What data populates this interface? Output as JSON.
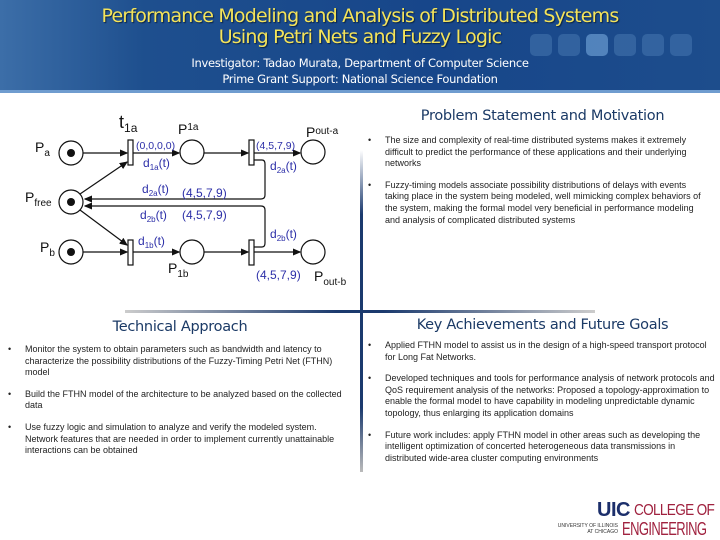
{
  "header": {
    "title_line1": "Performance Modeling and Analysis of Distributed Systems",
    "title_line2": "Using Petri Nets and Fuzzy Logic",
    "investigator": "Investigator: Tadao Murata, Department of Computer Science",
    "grant": "Prime Grant Support: National Science Foundation"
  },
  "diagram": {
    "t1a": {
      "base": "t",
      "sub": "1a"
    },
    "p1a": {
      "base": "P",
      "sub": "1a"
    },
    "pouta": {
      "base": "P",
      "sub": "out-a"
    },
    "pa": {
      "base": "P",
      "sub": "a"
    },
    "pfree": {
      "base": "P",
      "sub": "free"
    },
    "pb": {
      "base": "P",
      "sub": "b"
    },
    "p1b": {
      "base": "P",
      "sub": "1b"
    },
    "poutb": {
      "base": "P",
      "sub": "out-b"
    },
    "init_token": "(0,0,0,0)",
    "fuzzy_a": "(4,5,7,9)",
    "fuzzy_return_a": "(4,5,7,9)",
    "fuzzy_return_b": "(4,5,7,9)",
    "fuzzy_b": "(4,5,7,9)",
    "d1a": {
      "base": "d",
      "sub": "1a",
      "suffix": "(t)"
    },
    "d2a": {
      "base": "d",
      "sub": "2a",
      "suffix": "(t)"
    },
    "d2a_ret": {
      "base": "d",
      "sub": "2a",
      "suffix": "(t)"
    },
    "d2b_ret": {
      "base": "d",
      "sub": "2b",
      "suffix": "(t)"
    },
    "d2b": {
      "base": "d",
      "sub": "2b",
      "suffix": "(t)"
    },
    "d1b": {
      "base": "d",
      "sub": "1b",
      "suffix": "(t)"
    }
  },
  "problem": {
    "title": "Problem Statement and Motivation",
    "items": [
      "The size and complexity of real-time distributed systems makes it extremely difficult to predict the performance of these applications and their underlying networks",
      "Fuzzy-timing models associate possibility distributions of delays with events taking place in the system being modeled, well mimicking complex behaviors of the system, making the formal model very beneficial in performance modeling and analysis of complicated distributed systems"
    ]
  },
  "approach": {
    "title": "Technical Approach",
    "items": [
      "Monitor the system to obtain parameters such as bandwidth and latency to characterize the possibility distributions of the Fuzzy-Timing Petri Net (FTHN) model",
      "Build the FTHN model of the architecture to be analyzed based on the collected data",
      "Use fuzzy logic and simulation to analyze and verify the modeled system. Network features that are needed in order to implement currently unattainable interactions can be obtained"
    ]
  },
  "achievements": {
    "title": "Key Achievements and Future Goals",
    "items": [
      "Applied FTHN model to assist us in the design of a high-speed transport protocol for Long Fat Networks.",
      "Developed techniques and tools for performance analysis of network protocols and QoS requirement analysis of the networks: Proposed a topology-approximation to enable the formal model to have capability in modeling unpredictable dynamic topology, thus enlarging its application domains",
      "Future work includes: apply FTHN model in other areas such as developing the intelligent optimization of concerted heterogeneous data transmissions in distributed wide-area cluster computing environments"
    ]
  },
  "logo": {
    "uic": "UIC",
    "college": "COLLEGE OF",
    "engineering": "ENGINEERING",
    "university_line1": "UNIVERSITY OF ILLINOIS",
    "university_line2": "AT CHICAGO"
  },
  "colors": {
    "header_bg": "#1e4f8e",
    "title": "#f4e35a",
    "section_title": "#1b3a66",
    "diagram_label": "#2c2fa8",
    "logo_blue": "#1c2f6b",
    "logo_red": "#a0223f"
  }
}
